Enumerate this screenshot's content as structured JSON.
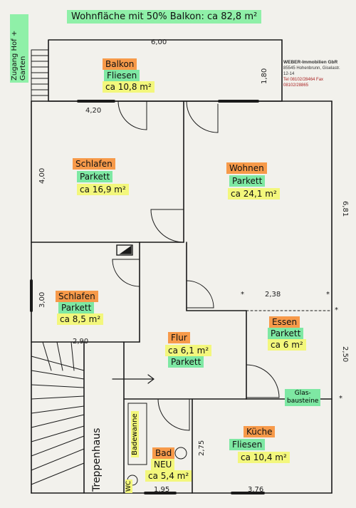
{
  "title": "Wohnfläche mit 50% Balkon: ca 82,8 m²",
  "company": {
    "name": "WEBER-Immobilien GbR",
    "address": "85545 Hohenbrunn, Giselastr. 12-14",
    "contact": "Tel 08102/28464 Fax 08102/28865"
  },
  "entrance": "Zugang Hof + Garten",
  "rooms": [
    {
      "id": "balkon",
      "name": "Balkon",
      "floor": "Fliesen",
      "area": "ca 10,8 m²"
    },
    {
      "id": "schlafen1",
      "name": "Schlafen",
      "floor": "Parkett",
      "area": "ca 16,9 m²"
    },
    {
      "id": "wohnen",
      "name": "Wohnen",
      "floor": "Parkett",
      "area": "ca 24,1 m²"
    },
    {
      "id": "schlafen2",
      "name": "Schlafen",
      "floor": "Parkett",
      "area": "ca 8,5 m²"
    },
    {
      "id": "essen",
      "name": "Essen",
      "floor": "Parkett",
      "area": "ca 6 m²"
    },
    {
      "id": "flur",
      "name": "Flur",
      "floor": "Parkett",
      "area": "ca 6,1 m²"
    },
    {
      "id": "bad",
      "name": "Bad",
      "floor": "NEU",
      "area": "ca 5,4 m²"
    },
    {
      "id": "kueche",
      "name": "Küche",
      "floor": "Fliesen",
      "area": "ca 10,4 m²"
    }
  ],
  "labels": {
    "stairs": "Treppenhaus",
    "bathtub": "Badewanne",
    "wc": "WC",
    "glass": "Glas-\nbausteine"
  },
  "dimensions": {
    "balcony_width": "6,00",
    "balcony_depth": "1,80",
    "bedroom_width": "4,20",
    "bedroom_depth": "4,00",
    "living_depth": "6,81",
    "small_bedroom_depth": "3,00",
    "small_bedroom_width": "2,90",
    "dining_width": "2,38",
    "dining_depth": "2,50",
    "bath_depth": "2,75",
    "bath_width": "1,95",
    "kitchen_width": "3,76"
  }
}
